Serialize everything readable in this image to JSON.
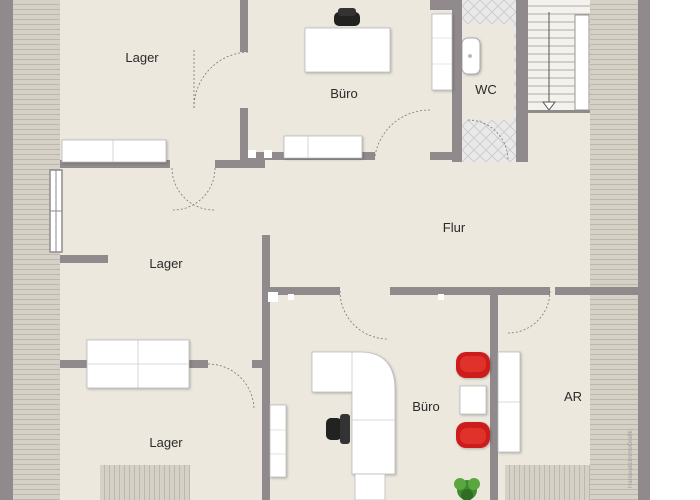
{
  "rooms": {
    "lager_top": "Lager",
    "buero_top": "Büro",
    "wc": "WC",
    "flur": "Flur",
    "lager_middle": "Lager",
    "lager_bottom": "Lager",
    "buero_bottom": "Büro",
    "ar": "AR"
  },
  "credit": "HanseaticImmoGrafik",
  "colors": {
    "wall": "#908a8c",
    "floor": "#ece8de",
    "roof_slope": "#d6d1c7",
    "roof_lines": "#bfb9ae",
    "chair_red": "#cc1a1a",
    "furniture": "#ffffff",
    "plant": "#3f8a2e"
  }
}
